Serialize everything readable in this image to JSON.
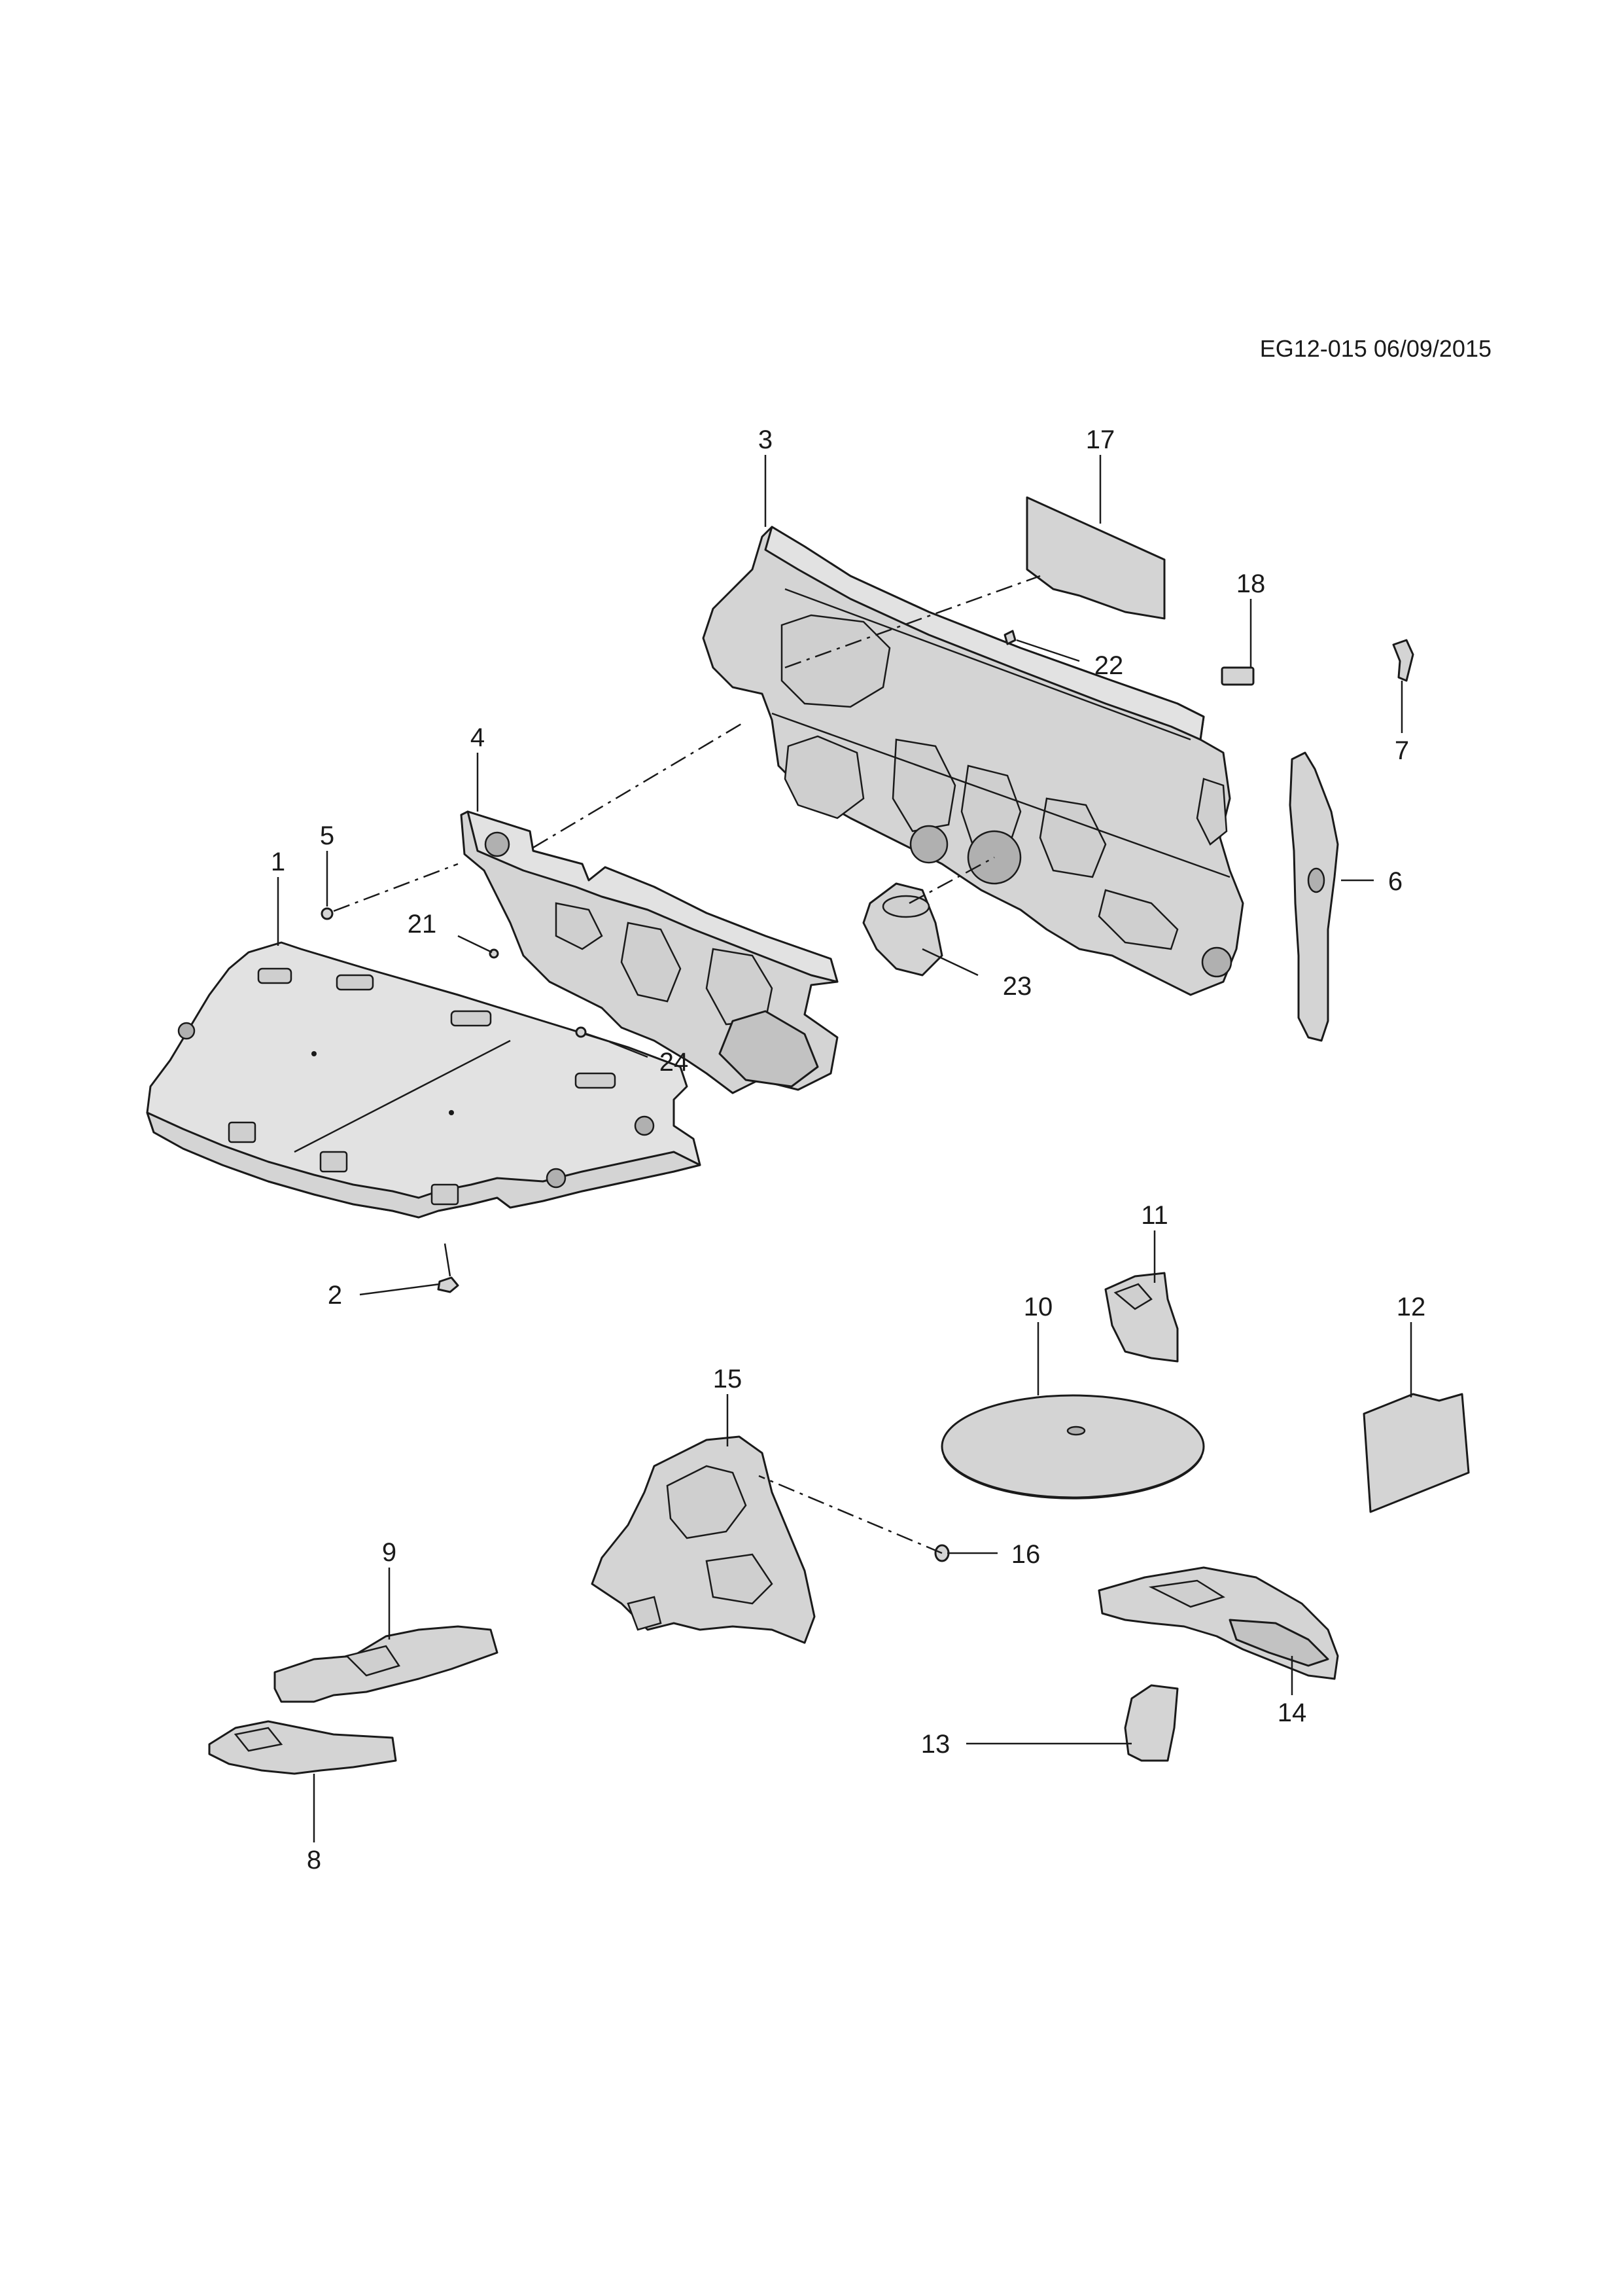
{
  "drawing_reference": "EG12-015 06/09/2015",
  "callouts": [
    {
      "id": "1",
      "label": "1"
    },
    {
      "id": "2",
      "label": "2"
    },
    {
      "id": "3",
      "label": "3"
    },
    {
      "id": "4",
      "label": "4"
    },
    {
      "id": "5",
      "label": "5"
    },
    {
      "id": "6",
      "label": "6"
    },
    {
      "id": "7",
      "label": "7"
    },
    {
      "id": "8",
      "label": "8"
    },
    {
      "id": "9",
      "label": "9"
    },
    {
      "id": "10",
      "label": "10"
    },
    {
      "id": "11",
      "label": "11"
    },
    {
      "id": "12",
      "label": "12"
    },
    {
      "id": "13",
      "label": "13"
    },
    {
      "id": "14",
      "label": "14"
    },
    {
      "id": "15",
      "label": "15"
    },
    {
      "id": "16",
      "label": "16"
    },
    {
      "id": "17",
      "label": "17"
    },
    {
      "id": "18",
      "label": "18"
    },
    {
      "id": "21",
      "label": "21"
    },
    {
      "id": "22",
      "label": "22"
    },
    {
      "id": "23",
      "label": "23"
    },
    {
      "id": "24",
      "label": "24"
    }
  ]
}
